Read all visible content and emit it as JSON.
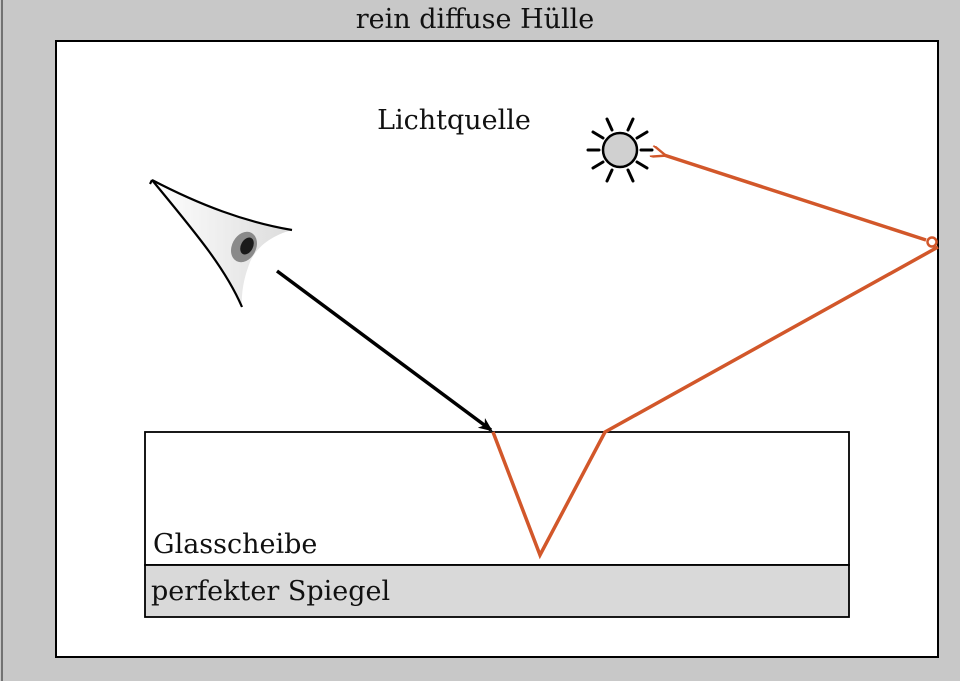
{
  "diagram": {
    "outer_label": "rein diffuse Hülle",
    "light_label": "Lichtquelle",
    "glass_label": "Glasscheibe",
    "mirror_label": "perfekter Spiegel"
  },
  "colors": {
    "background": "#c8c8c8",
    "enclosure_fill": "#ffffff",
    "mirror_fill": "#d9d9d9",
    "view_ray": "#000000",
    "light_path": "#d2572a",
    "sun_fill": "#d0d0d0"
  },
  "icons": {
    "observer": "eye-icon",
    "light_source": "sun-icon"
  }
}
